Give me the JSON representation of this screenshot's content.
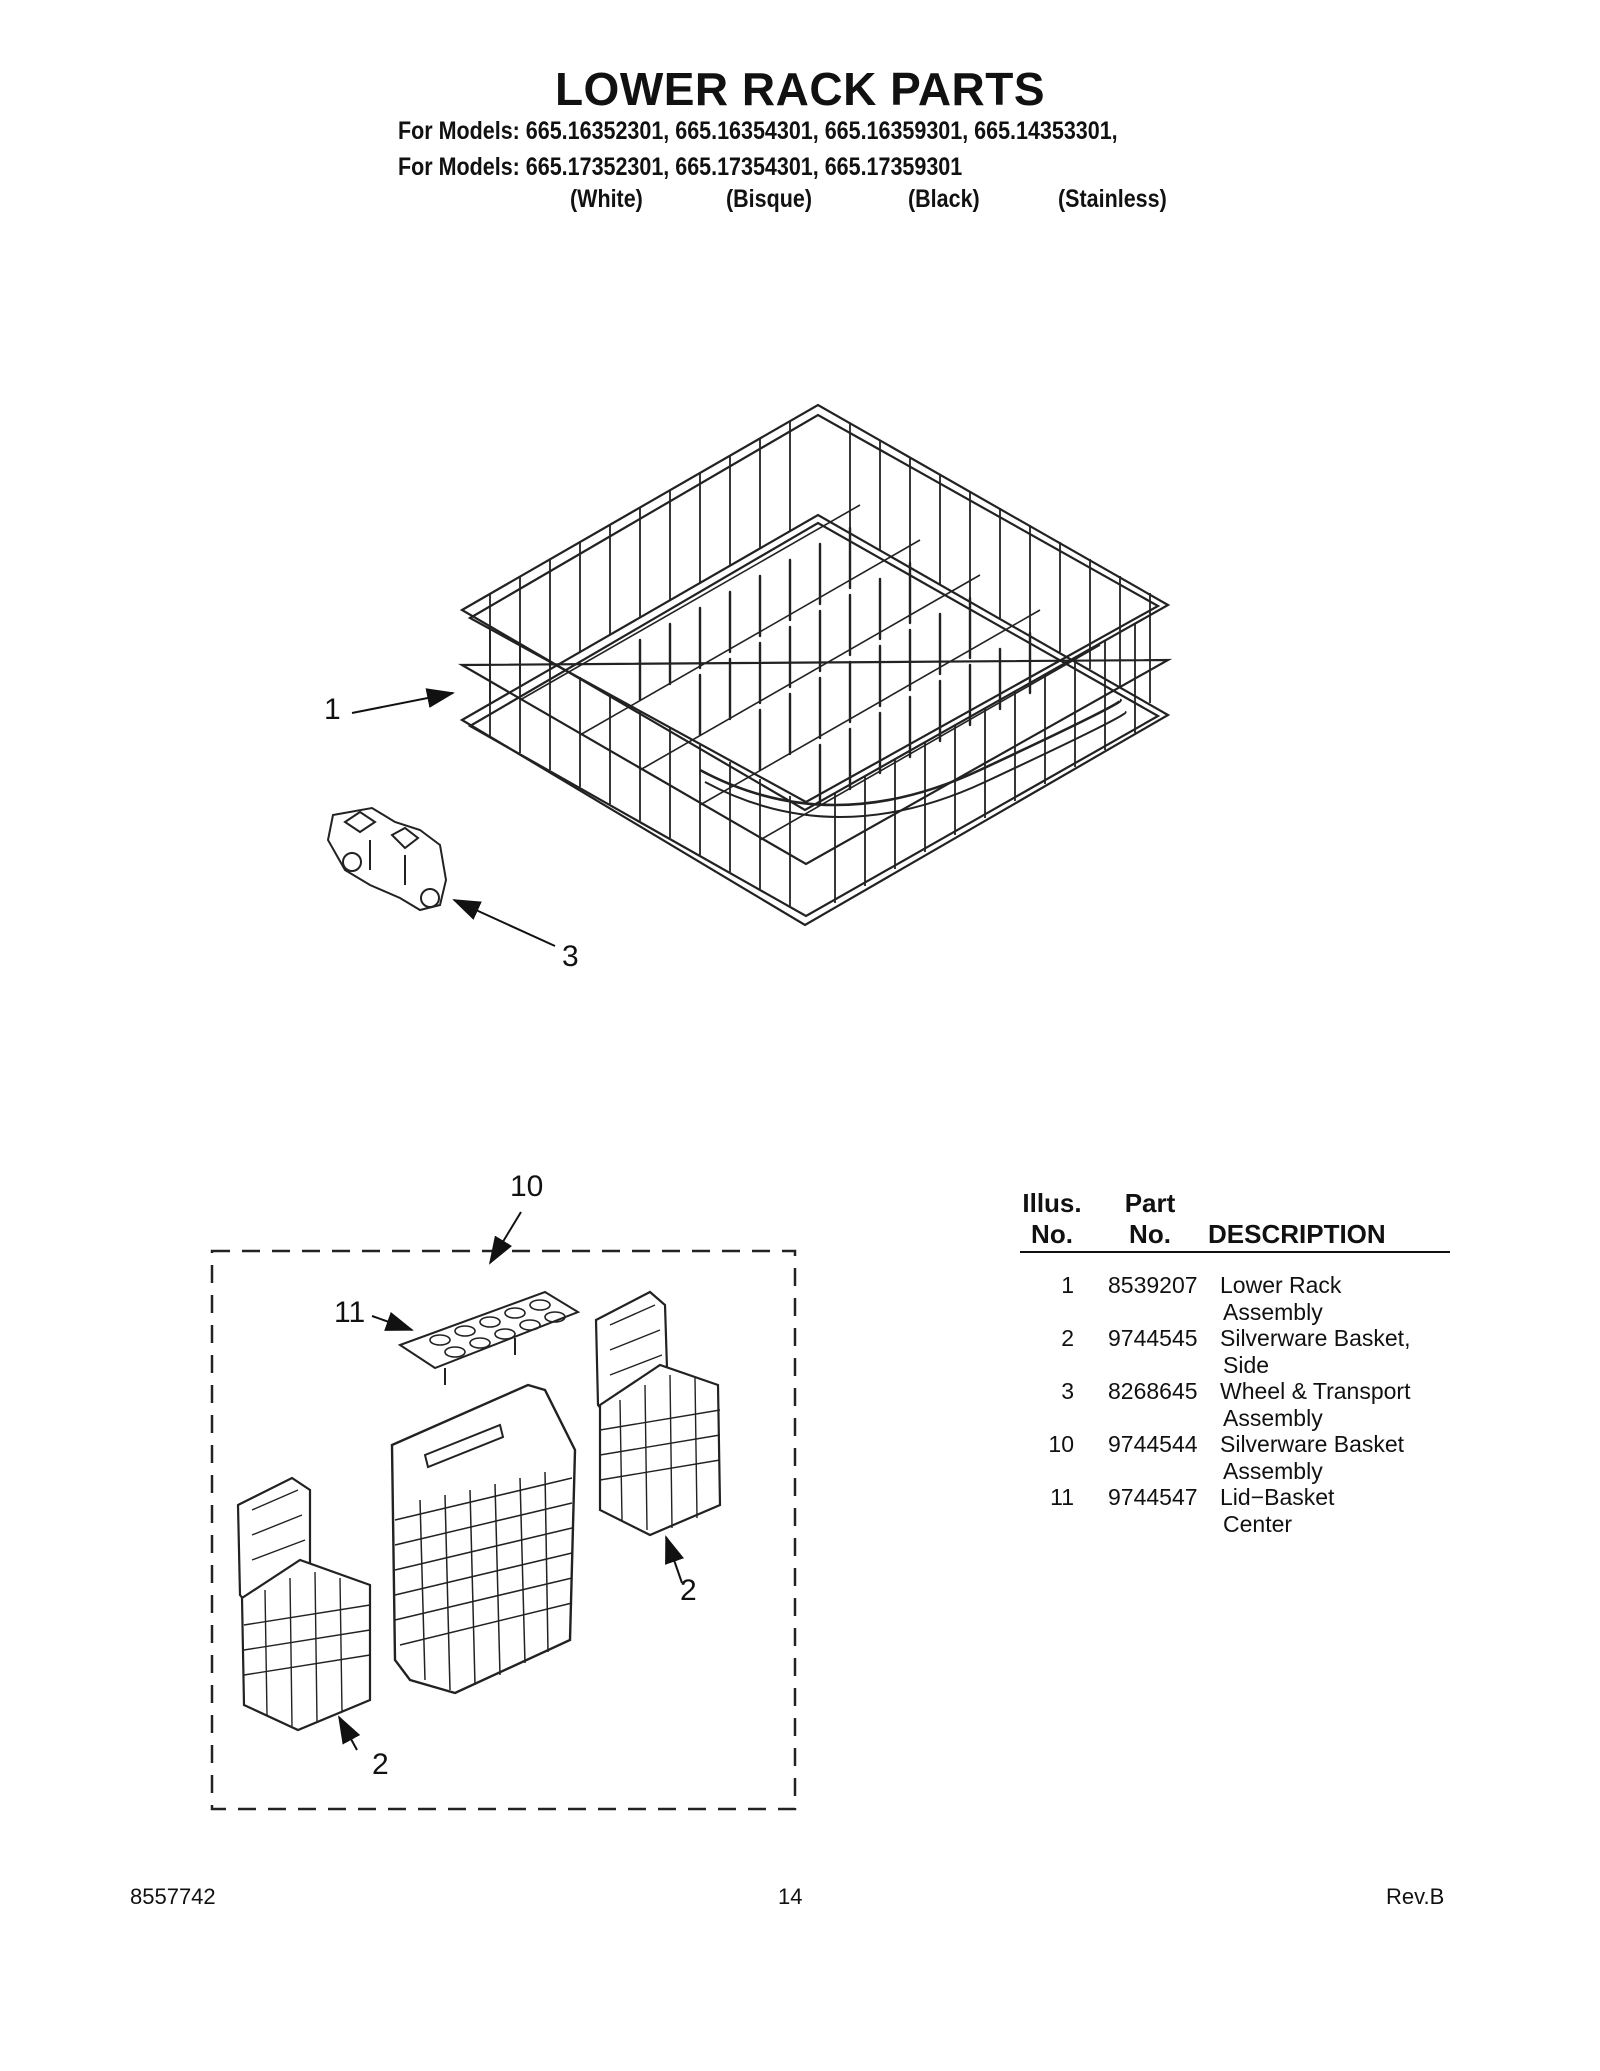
{
  "page": {
    "title": "LOWER RACK PARTS",
    "models_line1": "For Models: 665.16352301, 665.16354301, 665.16359301, 665.14353301,",
    "models_line2": "For Models: 665.17352301, 665.17354301, 665.17359301",
    "finishes": [
      "(White)",
      "(Bisque)",
      "(Black)",
      "(Stainless)"
    ]
  },
  "callouts": {
    "rack": "1",
    "wheel": "3",
    "basket_kit": "10",
    "lid": "11",
    "side_basket_right": "2",
    "side_basket_left": "2"
  },
  "parts_table": {
    "headers": {
      "illus_line1": "Illus.",
      "illus_line2": "No.",
      "part_line1": "Part",
      "part_line2": "No.",
      "description": "DESCRIPTION"
    },
    "rows": [
      {
        "illus": "1",
        "part": "8539207",
        "desc1": "Lower Rack",
        "desc2": "Assembly"
      },
      {
        "illus": "2",
        "part": "9744545",
        "desc1": "Silverware Basket,",
        "desc2": "Side"
      },
      {
        "illus": "3",
        "part": "8268645",
        "desc1": "Wheel & Transport",
        "desc2": "Assembly"
      },
      {
        "illus": "10",
        "part": "9744544",
        "desc1": "Silverware Basket",
        "desc2": "Assembly"
      },
      {
        "illus": "11",
        "part": "9744547",
        "desc1": "Lid−Basket",
        "desc2": "Center"
      }
    ]
  },
  "footer": {
    "doc_number": "8557742",
    "page_number": "14",
    "revision": "Rev.B"
  }
}
